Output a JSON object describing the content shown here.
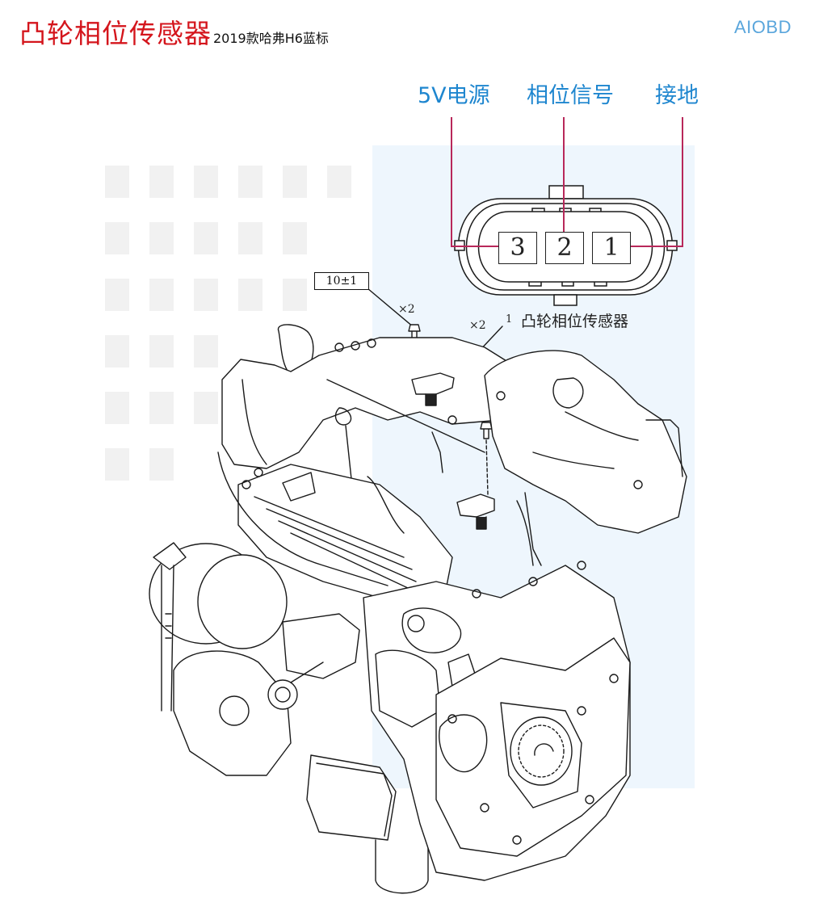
{
  "header": {
    "title": "凸轮相位传感器",
    "subtitle": "2019款哈弗H6蓝标",
    "brand": "AIOBD"
  },
  "connector": {
    "pins": [
      {
        "number": "3",
        "function": "5V电源"
      },
      {
        "number": "2",
        "function": "相位信号"
      },
      {
        "number": "1",
        "function": "接地"
      }
    ],
    "labels": {
      "pin3": "5V电源",
      "pin2": "相位信号",
      "pin1": "接地"
    },
    "pin_numbers": {
      "pin3": "3",
      "pin2": "2",
      "pin1": "1"
    }
  },
  "diagram": {
    "torque_spec": "10±1",
    "bolt_qty_a": "×2",
    "bolt_qty_b": "×2",
    "callout_number": "1",
    "callout_label": "凸轮相位传感器"
  },
  "colors": {
    "title_red": "#d4151c",
    "label_blue": "#1e86cf",
    "brand_blue": "#5aa6dc",
    "wire_magenta": "#b8285a",
    "panel_bg": "#eef6fd",
    "line_art": "#1a1a1a"
  }
}
